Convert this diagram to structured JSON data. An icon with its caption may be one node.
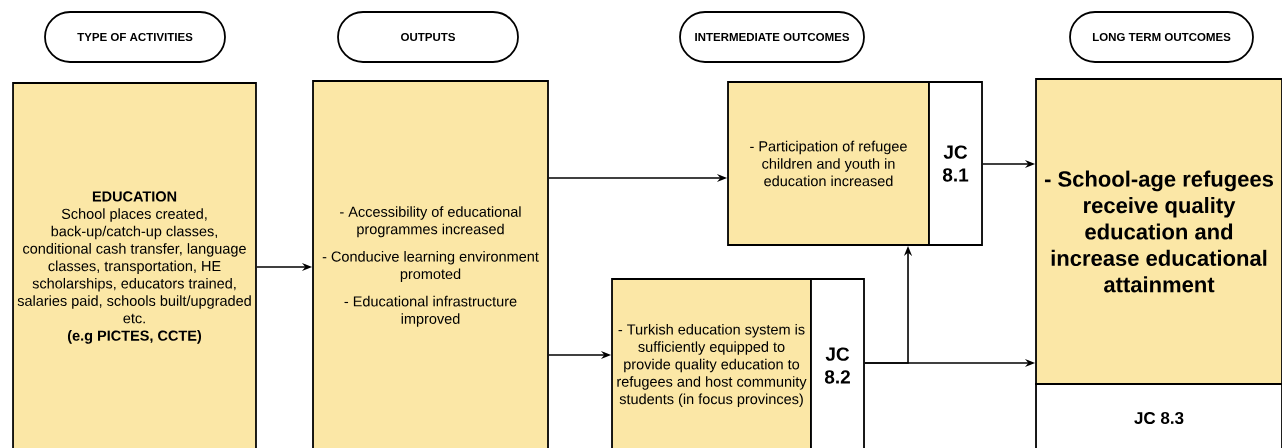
{
  "diagram": {
    "nodes": [
      {
        "text": [
          "TYPE OF ACTIVITIES"
        ]
      },
      {
        "text": [
          "OUTPUTS"
        ]
      },
      {
        "text": [
          "INTERMEDIATE OUTCOMES"
        ]
      },
      {
        "text": [
          "LONG TERM OUTCOMES"
        ]
      },
      {
        "text": [
          "EDUCATION",
          "School places created, back-up/catch-up classes, conditional cash transfer, language classes, transportation, HE scholarships, educators trained, salaries paid, schools built/upgraded etc.",
          "(e.g PICTES, CCTE)"
        ]
      },
      {
        "text": [
          "- Accessibility of educational programmes increased",
          "- Conducive learning environment promoted",
          "- Educational infrastructure improved"
        ]
      },
      {
        "text": [
          "- Participation of refugee children and youth in education increased"
        ]
      },
      {
        "text": [
          "JC 8.1"
        ]
      },
      {
        "text": [
          "- Turkish education system is sufficiently equipped to provide quality education to refugees and host community students (in focus provinces)"
        ]
      },
      {
        "text": [
          "JC 8.2"
        ]
      },
      {
        "text": [
          "- School-age refugees receive quality education and increase educational attainment"
        ]
      },
      {
        "text": [
          "JC 8.3"
        ]
      }
    ],
    "edges": [
      {
        "from": 4,
        "to": 5,
        "arrow": "to"
      },
      {
        "from": 5,
        "to": 6,
        "arrow": "to"
      },
      {
        "from": 5,
        "to": 8,
        "arrow": "to"
      },
      {
        "from": 7,
        "to": 10,
        "arrow": "to"
      },
      {
        "from": 9,
        "to": 10,
        "arrow": "to"
      },
      {
        "from": 9,
        "to": 6,
        "arrow": "to"
      }
    ]
  }
}
